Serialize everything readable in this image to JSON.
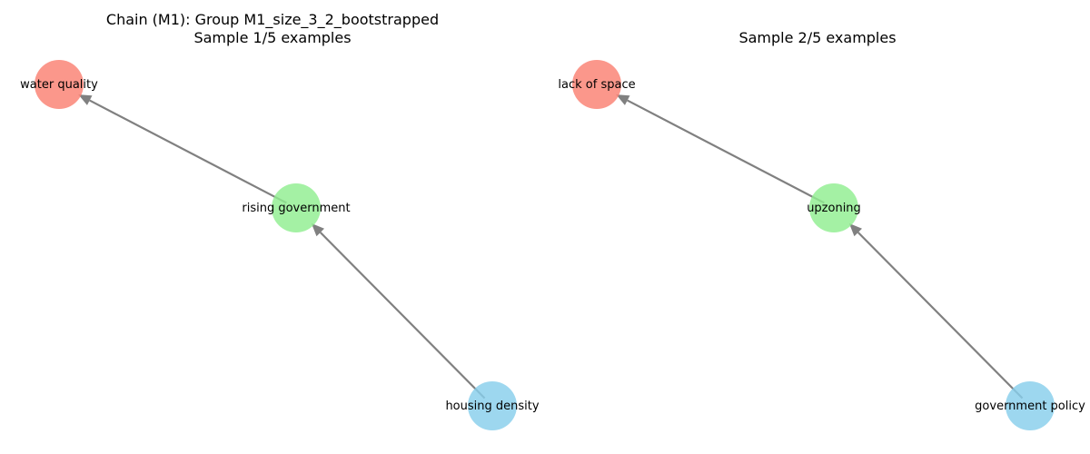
{
  "panels": [
    {
      "title_lines": [
        "Chain (M1): Group M1_size_3_2_bootstrapped",
        "Sample 1/5 examples"
      ],
      "nodes": [
        {
          "id": "a",
          "label": "water quality",
          "color": "#fa8072"
        },
        {
          "id": "b",
          "label": "rising government",
          "color": "#90ee90"
        },
        {
          "id": "c",
          "label": "housing density",
          "color": "#87ceeb"
        }
      ],
      "edges": [
        {
          "from": "c",
          "to": "b"
        },
        {
          "from": "b",
          "to": "a"
        }
      ]
    },
    {
      "title_lines": [
        "",
        "Sample 2/5 examples"
      ],
      "nodes": [
        {
          "id": "a",
          "label": "lack of space",
          "color": "#fa8072"
        },
        {
          "id": "b",
          "label": "upzoning",
          "color": "#90ee90"
        },
        {
          "id": "c",
          "label": "government policy",
          "color": "#87ceeb"
        }
      ],
      "edges": [
        {
          "from": "c",
          "to": "b"
        },
        {
          "from": "b",
          "to": "a"
        }
      ]
    }
  ],
  "edge_color": "#808080"
}
